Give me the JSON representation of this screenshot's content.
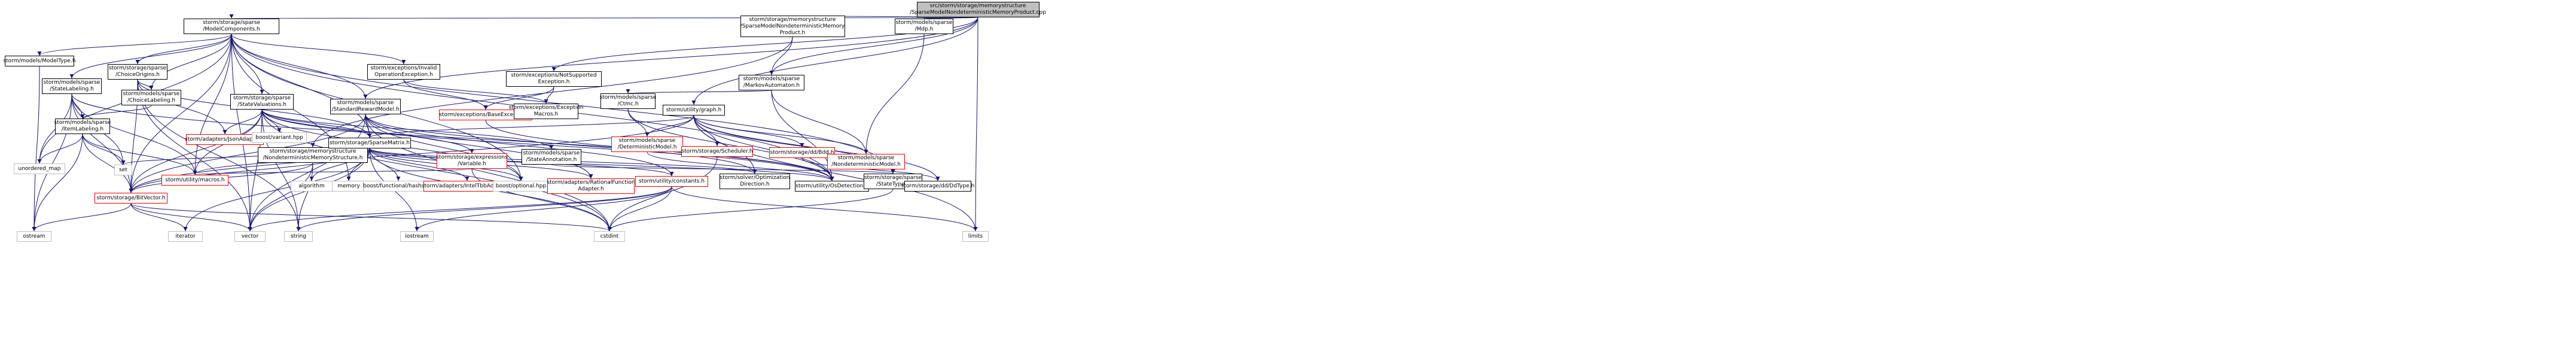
{
  "colors": {
    "edge": "#191970",
    "root_fill": "#bfbfbf",
    "node_border": "#000000",
    "external_border": "#bfbfbf",
    "truncated_border": "#ff0000"
  },
  "nodes": [
    {
      "id": "root",
      "label": "src/storm/storage/memorystructure\n/SparseModelNondeterministicMemoryProduct.cpp",
      "kind": "root"
    },
    {
      "id": "modelcomponents",
      "label": "storm/storage/sparse\n/ModelComponents.h",
      "kind": "normal"
    },
    {
      "id": "smnmp_h",
      "label": "storm/storage/memorystructure\n/SparseModelNondeterministicMemory\nProduct.h",
      "kind": "normal"
    },
    {
      "id": "mdp_h",
      "label": "storm/models/sparse\n/Mdp.h",
      "kind": "normal"
    },
    {
      "id": "modeltype",
      "label": "storm/models/ModelType.h",
      "kind": "normal"
    },
    {
      "id": "statelabeling",
      "label": "storm/models/sparse\n/StateLabeling.h",
      "kind": "normal"
    },
    {
      "id": "choiceorigins",
      "label": "storm/storage/sparse\n/ChoiceOrigins.h",
      "kind": "normal"
    },
    {
      "id": "choicelabeling",
      "label": "storm/models/sparse\n/ChoiceLabeling.h",
      "kind": "normal"
    },
    {
      "id": "statevaluations",
      "label": "storm/storage/sparse\n/StateValuations.h",
      "kind": "normal"
    },
    {
      "id": "invalidop",
      "label": "storm/exceptions/Invalid\nOperationException.h",
      "kind": "normal"
    },
    {
      "id": "stdreward",
      "label": "storm/models/sparse\n/StandardRewardModel.h",
      "kind": "normal"
    },
    {
      "id": "notsupported",
      "label": "storm/exceptions/NotSupported\nException.h",
      "kind": "normal"
    },
    {
      "id": "markovauto",
      "label": "storm/models/sparse\n/MarkovAutomaton.h",
      "kind": "normal"
    },
    {
      "id": "graph_h",
      "label": "storm/utility/graph.h",
      "kind": "normal"
    },
    {
      "id": "itemlabeling",
      "label": "storm/models/sparse\n/ItemLabeling.h",
      "kind": "normal"
    },
    {
      "id": "jsonadapter",
      "label": "storm/adapters/JsonAdapter.h",
      "kind": "truncated"
    },
    {
      "id": "ndms",
      "label": "storm/storage/memorystructure\n/NondeterministicMemoryStructure.h",
      "kind": "normal"
    },
    {
      "id": "boostvariant",
      "label": "boost/variant.hpp",
      "kind": "external"
    },
    {
      "id": "sparsematrix",
      "label": "storm/storage/SparseMatrix.h",
      "kind": "normal"
    },
    {
      "id": "baseexc",
      "label": "storm/exceptions/BaseException.h",
      "kind": "truncated"
    },
    {
      "id": "excmacros",
      "label": "storm/exceptions/Exception\nMacros.h",
      "kind": "normal"
    },
    {
      "id": "ctmc",
      "label": "storm/models/sparse\n/Ctmc.h",
      "kind": "normal"
    },
    {
      "id": "expvar",
      "label": "storm/storage/expressions\n/Variable.h",
      "kind": "truncated"
    },
    {
      "id": "stateannot",
      "label": "storm/models/sparse\n/StateAnnotation.h",
      "kind": "normal"
    },
    {
      "id": "detmodel",
      "label": "storm/models/sparse\n/DeterministicModel.h",
      "kind": "truncated"
    },
    {
      "id": "scheduler",
      "label": "storm/storage/Scheduler.h",
      "kind": "truncated"
    },
    {
      "id": "bdd",
      "label": "storm/storage/dd/Bdd.h",
      "kind": "truncated"
    },
    {
      "id": "nondetmodel",
      "label": "storm/models/sparse\n/NondeterministicModel.h",
      "kind": "truncated"
    },
    {
      "id": "unordered_map",
      "label": "unordered_map",
      "kind": "external"
    },
    {
      "id": "set",
      "label": "set",
      "kind": "external"
    },
    {
      "id": "bitvector",
      "label": "storm/storage/BitVector.h",
      "kind": "truncated"
    },
    {
      "id": "macros",
      "label": "storm/utility/macros.h",
      "kind": "truncated"
    },
    {
      "id": "algorithm",
      "label": "algorithm",
      "kind": "external"
    },
    {
      "id": "memory",
      "label": "memory",
      "kind": "external"
    },
    {
      "id": "boosthash",
      "label": "boost/functional/hash.hpp",
      "kind": "external"
    },
    {
      "id": "inteltbb",
      "label": "storm/adapters/IntelTbbAdapter.h",
      "kind": "truncated"
    },
    {
      "id": "boostopt",
      "label": "boost/optional.hpp",
      "kind": "external"
    },
    {
      "id": "rationalfn",
      "label": "storm/adapters/RationalFunction\nAdapter.h",
      "kind": "truncated"
    },
    {
      "id": "constants",
      "label": "storm/utility/constants.h",
      "kind": "truncated"
    },
    {
      "id": "optdir",
      "label": "storm/solver/Optimization\nDirection.h",
      "kind": "normal"
    },
    {
      "id": "osdetect",
      "label": "storm/utility/OsDetection.h",
      "kind": "normal"
    },
    {
      "id": "statetype",
      "label": "storm/storage/sparse\n/StateType.h",
      "kind": "normal"
    },
    {
      "id": "ddtype",
      "label": "storm/storage/dd/DdType.h",
      "kind": "normal"
    },
    {
      "id": "ostream",
      "label": "ostream",
      "kind": "external"
    },
    {
      "id": "iterator",
      "label": "iterator",
      "kind": "external"
    },
    {
      "id": "vector",
      "label": "vector",
      "kind": "external"
    },
    {
      "id": "string",
      "label": "string",
      "kind": "external"
    },
    {
      "id": "iostream",
      "label": "iostream",
      "kind": "external"
    },
    {
      "id": "cstdint",
      "label": "cstdint",
      "kind": "external"
    },
    {
      "id": "limits",
      "label": "limits",
      "kind": "external"
    }
  ],
  "edges": [
    [
      "root",
      "modelcomponents"
    ],
    [
      "root",
      "smnmp_h"
    ],
    [
      "root",
      "mdp_h"
    ],
    [
      "root",
      "notsupported"
    ],
    [
      "root",
      "markovauto"
    ],
    [
      "root",
      "graph_h"
    ],
    [
      "root",
      "stdreward"
    ],
    [
      "root",
      "limits"
    ],
    [
      "smnmp_h",
      "markovauto"
    ],
    [
      "smnmp_h",
      "ndms"
    ],
    [
      "mdp_h",
      "nondetmodel"
    ],
    [
      "modelcomponents",
      "modeltype"
    ],
    [
      "modelcomponents",
      "statelabeling"
    ],
    [
      "modelcomponents",
      "choiceorigins"
    ],
    [
      "modelcomponents",
      "choicelabeling"
    ],
    [
      "modelcomponents",
      "statevaluations"
    ],
    [
      "modelcomponents",
      "invalidop"
    ],
    [
      "modelcomponents",
      "stdreward"
    ],
    [
      "modelcomponents",
      "bitvector"
    ],
    [
      "modelcomponents",
      "sparsematrix"
    ],
    [
      "modelcomponents",
      "macros"
    ],
    [
      "modelcomponents",
      "vector"
    ],
    [
      "modelcomponents",
      "memory"
    ],
    [
      "modelcomponents",
      "boostopt"
    ],
    [
      "modelcomponents",
      "unordered_map"
    ],
    [
      "modelcomponents",
      "osdetect"
    ],
    [
      "modelcomponents",
      "statetype"
    ],
    [
      "modeltype",
      "ostream"
    ],
    [
      "statelabeling",
      "itemlabeling"
    ],
    [
      "statelabeling",
      "bitvector"
    ],
    [
      "statelabeling",
      "macros"
    ],
    [
      "statelabeling",
      "unordered_map"
    ],
    [
      "statelabeling",
      "set"
    ],
    [
      "statelabeling",
      "ostream"
    ],
    [
      "statelabeling",
      "osdetect"
    ],
    [
      "choiceorigins",
      "choicelabeling"
    ],
    [
      "choiceorigins",
      "jsonadapter"
    ],
    [
      "choiceorigins",
      "bitvector"
    ],
    [
      "choiceorigins",
      "sparsematrix"
    ],
    [
      "choiceorigins",
      "vector"
    ],
    [
      "choiceorigins",
      "string"
    ],
    [
      "choicelabeling",
      "itemlabeling"
    ],
    [
      "itemlabeling",
      "bitvector"
    ],
    [
      "itemlabeling",
      "macros"
    ],
    [
      "itemlabeling",
      "unordered_map"
    ],
    [
      "itemlabeling",
      "set"
    ],
    [
      "itemlabeling",
      "ostream"
    ],
    [
      "statevaluations",
      "jsonadapter"
    ],
    [
      "statevaluations",
      "boostvariant"
    ],
    [
      "statevaluations",
      "sparsematrix"
    ],
    [
      "statevaluations",
      "expvar"
    ],
    [
      "statevaluations",
      "stateannot"
    ],
    [
      "statevaluations",
      "bitvector"
    ],
    [
      "statevaluations",
      "macros"
    ],
    [
      "statevaluations",
      "boostopt"
    ],
    [
      "statevaluations",
      "cstdint"
    ],
    [
      "statevaluations",
      "string"
    ],
    [
      "statevaluations",
      "vector"
    ],
    [
      "statevaluations",
      "osdetect"
    ],
    [
      "invalidop",
      "baseexc"
    ],
    [
      "invalidop",
      "excmacros"
    ],
    [
      "notsupported",
      "baseexc"
    ],
    [
      "notsupported",
      "excmacros"
    ],
    [
      "baseexc",
      "osdetect"
    ],
    [
      "stdreward",
      "sparsematrix"
    ],
    [
      "stdreward",
      "rationalfn"
    ],
    [
      "stdreward",
      "constants"
    ],
    [
      "stdreward",
      "optdir"
    ],
    [
      "stdreward",
      "boostopt"
    ],
    [
      "stdreward",
      "bitvector"
    ],
    [
      "stdreward",
      "vector"
    ],
    [
      "stdreward",
      "cstdint"
    ],
    [
      "markovauto",
      "ctmc"
    ],
    [
      "markovauto",
      "nondetmodel"
    ],
    [
      "markovauto",
      "osdetect"
    ],
    [
      "ctmc",
      "detmodel"
    ],
    [
      "ctmc",
      "osdetect"
    ],
    [
      "detmodel",
      "osdetect"
    ],
    [
      "graph_h",
      "detmodel"
    ],
    [
      "graph_h",
      "nondetmodel"
    ],
    [
      "graph_h",
      "scheduler"
    ],
    [
      "graph_h",
      "bdd"
    ],
    [
      "graph_h",
      "ddtype"
    ],
    [
      "graph_h",
      "statetype"
    ],
    [
      "graph_h",
      "optdir"
    ],
    [
      "graph_h",
      "osdetect"
    ],
    [
      "graph_h",
      "sparsematrix"
    ],
    [
      "graph_h",
      "bitvector"
    ],
    [
      "graph_h",
      "limits"
    ],
    [
      "bdd",
      "ddtype"
    ],
    [
      "scheduler",
      "cstdint"
    ],
    [
      "ndms",
      "bitvector"
    ],
    [
      "ndms",
      "sparsematrix"
    ],
    [
      "ndms",
      "vector"
    ],
    [
      "ndms",
      "string"
    ],
    [
      "stateannot",
      "statetype"
    ],
    [
      "statetype",
      "cstdint"
    ],
    [
      "sparsematrix",
      "bitvector"
    ],
    [
      "sparsematrix",
      "macros"
    ],
    [
      "sparsematrix",
      "algorithm"
    ],
    [
      "sparsematrix",
      "memory"
    ],
    [
      "sparsematrix",
      "boosthash"
    ],
    [
      "sparsematrix",
      "inteltbb"
    ],
    [
      "sparsematrix",
      "boostopt"
    ],
    [
      "sparsematrix",
      "rationalfn"
    ],
    [
      "sparsematrix",
      "constants"
    ],
    [
      "sparsematrix",
      "optdir"
    ],
    [
      "sparsematrix",
      "osdetect"
    ],
    [
      "sparsematrix",
      "cstdint"
    ],
    [
      "sparsematrix",
      "iostream"
    ],
    [
      "sparsematrix",
      "iterator"
    ],
    [
      "sparsematrix",
      "vector"
    ],
    [
      "sparsematrix",
      "set"
    ],
    [
      "bitvector",
      "ostream"
    ],
    [
      "bitvector",
      "iterator"
    ],
    [
      "bitvector",
      "vector"
    ],
    [
      "bitvector",
      "cstdint"
    ],
    [
      "constants",
      "iostream"
    ],
    [
      "constants",
      "limits"
    ],
    [
      "constants",
      "cstdint"
    ],
    [
      "constants",
      "vector"
    ],
    [
      "constants",
      "string"
    ],
    [
      "expvar",
      "macros"
    ],
    [
      "expvar",
      "cstdint"
    ]
  ]
}
